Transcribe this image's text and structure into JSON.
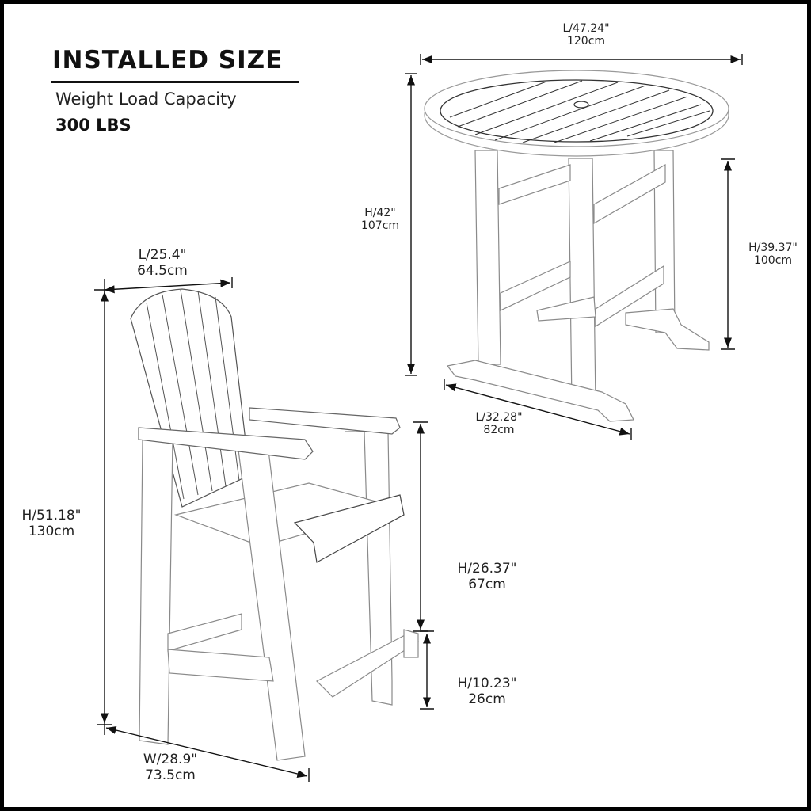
{
  "header": {
    "title": "INSTALLED SIZE",
    "subtitle": "Weight Load Capacity",
    "capacity": "300 LBS"
  },
  "table": {
    "length_top": {
      "imperial": "L/47.24\"",
      "metric": "120cm"
    },
    "height_total": {
      "imperial": "H/42\"",
      "metric": "107cm"
    },
    "height_base": {
      "imperial": "H/39.37\"",
      "metric": "100cm"
    },
    "depth": {
      "imperial": "L/32.28\"",
      "metric": "82cm"
    }
  },
  "chair": {
    "length": {
      "imperial": "L/25.4\"",
      "metric": "64.5cm"
    },
    "height_total": {
      "imperial": "H/51.18\"",
      "metric": "130cm"
    },
    "seat_height": {
      "imperial": "H/26.37\"",
      "metric": "67cm"
    },
    "footrest_height": {
      "imperial": "H/10.23\"",
      "metric": "26cm"
    },
    "width": {
      "imperial": "W/28.9\"",
      "metric": "73.5cm"
    }
  },
  "colors": {
    "line": "#111111",
    "sketch": "#9a9a9a",
    "background": "#ffffff"
  }
}
